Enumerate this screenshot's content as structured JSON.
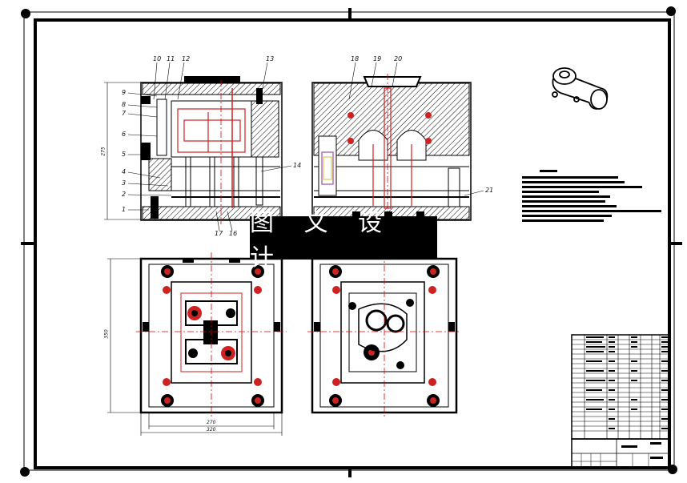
{
  "drawing": {
    "watermark": "图 文 设 计",
    "part_labels": [
      "10",
      "11",
      "12",
      "13",
      "18",
      "19",
      "20",
      "9",
      "8",
      "7",
      "6",
      "5",
      "4",
      "3",
      "2",
      "1",
      "14",
      "17",
      "16",
      "21"
    ],
    "dimensions": {
      "left_height": "275",
      "plan_height": "350",
      "inner_width": "270",
      "outer_width": "320"
    },
    "colors": {
      "line": "#000000",
      "hatch": "#000000",
      "centerline": "#e00000",
      "accent": "#cc2222",
      "part": "#b070c0"
    }
  }
}
